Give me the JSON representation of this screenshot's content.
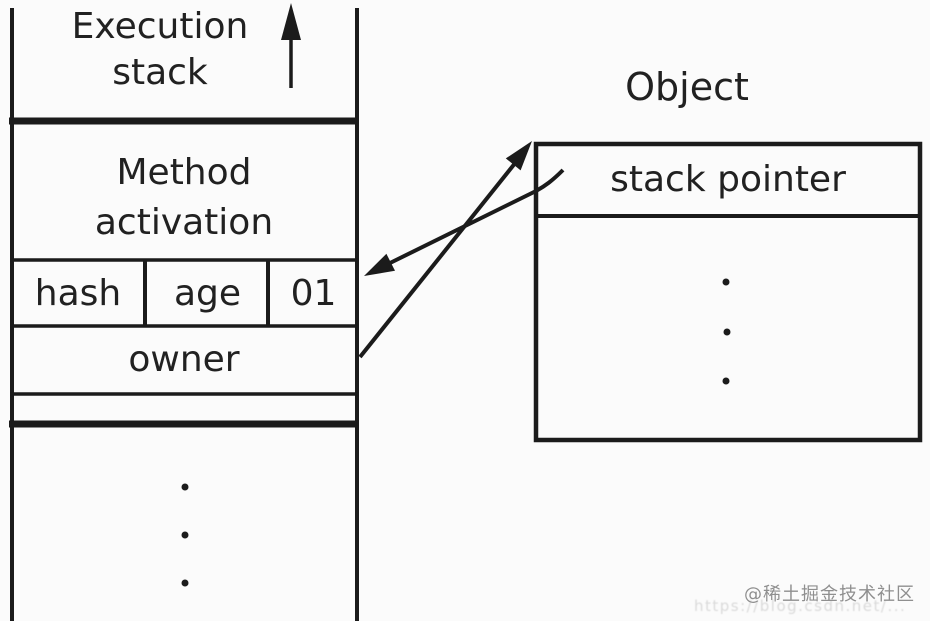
{
  "colors": {
    "background": "#fbfbfb",
    "line": "#1b1b1b",
    "text": "#212121",
    "watermark": "#8f8f8f",
    "watermark_faint": "#dadada"
  },
  "stack": {
    "title": "Execution stack",
    "method_activation": "Method activation",
    "cells": [
      {
        "label": "hash"
      },
      {
        "label": "age"
      },
      {
        "label": "01"
      }
    ],
    "owner": "owner",
    "ellipsis_dots": 3
  },
  "object": {
    "title": "Object",
    "stack_pointer": "stack pointer",
    "ellipsis_dots": 3
  },
  "watermark": {
    "text": "@稀土掘金技术社区",
    "faint_text": "https://blog.csdn.net/..."
  }
}
